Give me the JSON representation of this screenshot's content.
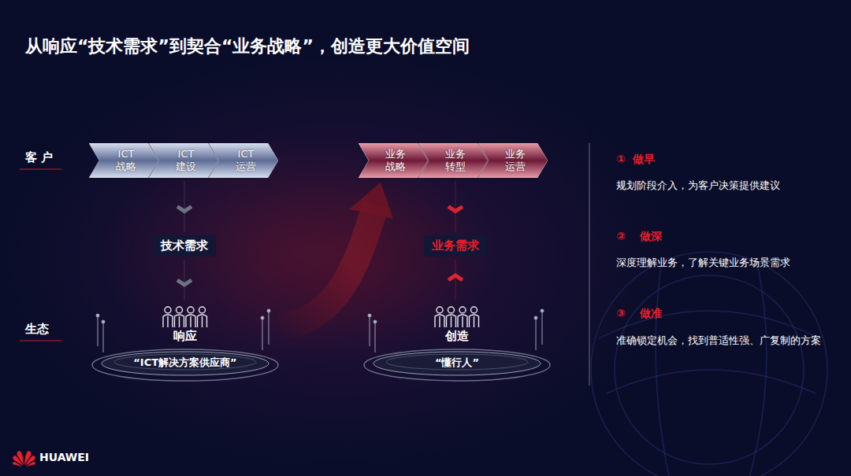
{
  "diagram": {
    "title": "从响应“技术需求”到契合“业务战略”，创造更大价值空间",
    "nodes": [
      {
        "text": [
          "ICT 战略"
        ]
      },
      {
        "text": [
          "ICT 建设"
        ]
      },
      {
        "text": [
          "ICT 运营"
        ]
      },
      {
        "text": [
          "业务 战略"
        ]
      },
      {
        "text": [
          "业务 转型"
        ]
      },
      {
        "text": [
          "业务 运营"
        ]
      },
      {
        "text": [
          "技术需求"
        ]
      },
      {
        "text": [
          "业务需求"
        ]
      },
      {
        "text": [
          "响应",
          "“ICT解决方案供应商”"
        ]
      },
      {
        "text": [
          "创造",
          "“懂行人”"
        ]
      }
    ],
    "edges": [
      {
        "from": 1,
        "to": 6,
        "arrow": "to"
      },
      {
        "from": 6,
        "to": 8,
        "arrow": "to"
      },
      {
        "from": 4,
        "to": 7,
        "arrow": "to"
      },
      {
        "from": 9,
        "to": 7,
        "arrow": "to"
      },
      {
        "from": 8,
        "to": 3,
        "arrow": "to"
      }
    ],
    "labels": [
      "客 户",
      "生态",
      "①",
      "做早",
      "规划阶段介入，为客户决策提供建议",
      "②",
      "做深",
      "深度理解业务，了解关键业务场景需求",
      "③",
      "做准",
      "准确锁定机会，找到普适性强、广复制的方案",
      "HUAWEI"
    ]
  }
}
